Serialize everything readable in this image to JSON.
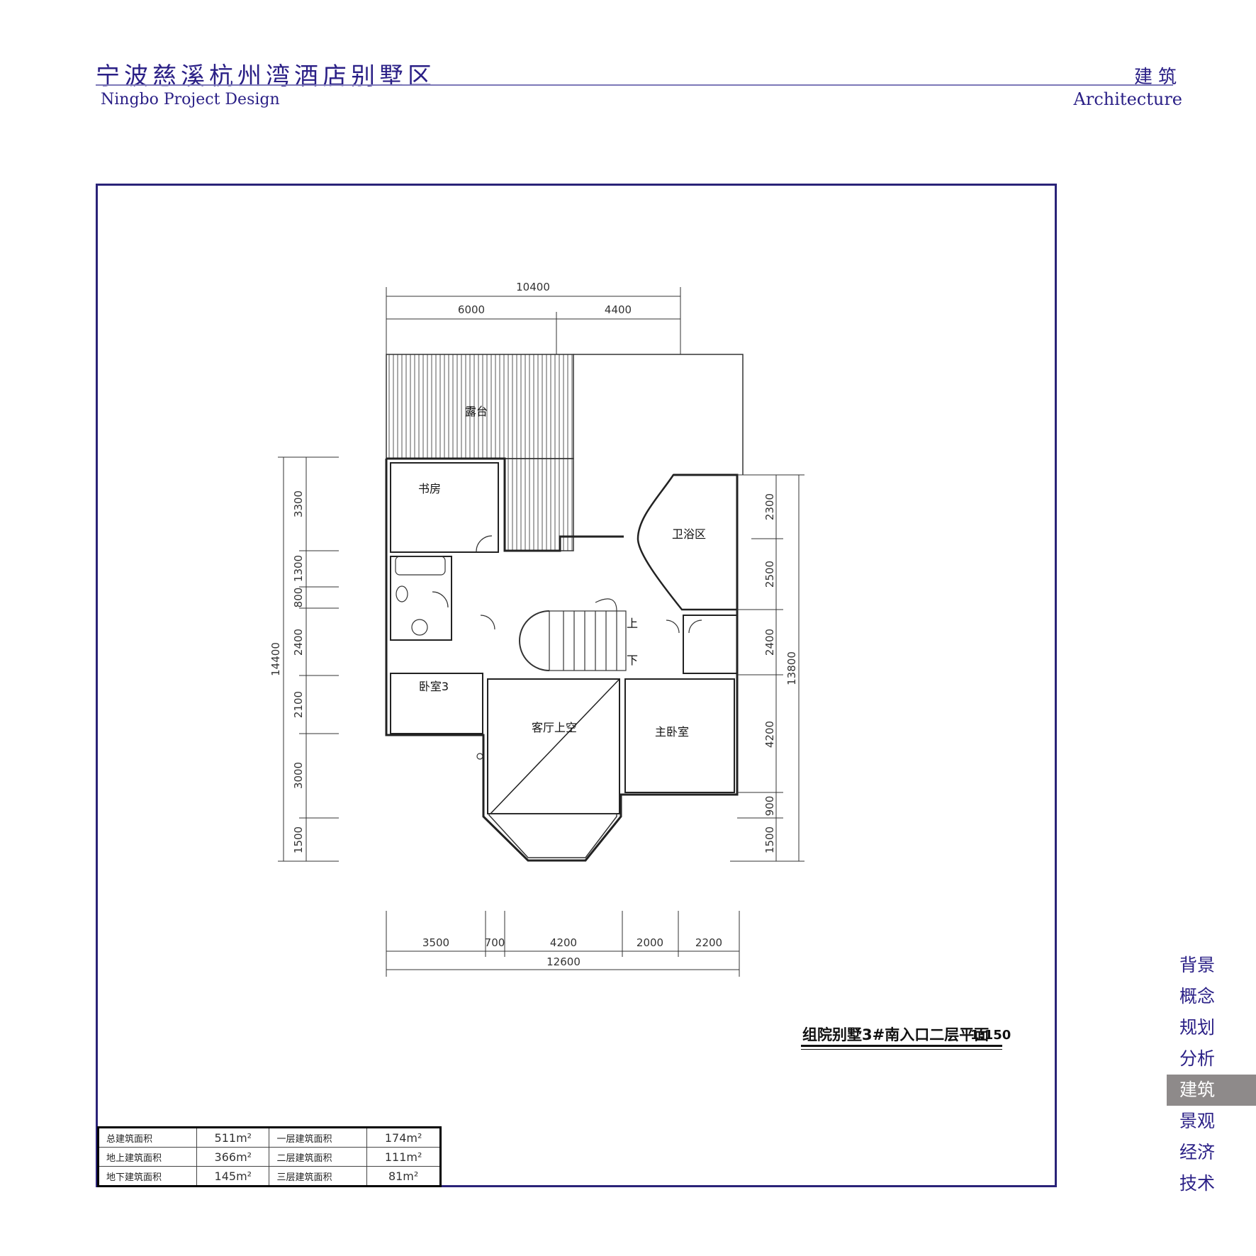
{
  "header": {
    "title": "宁波慈溪杭州湾酒店别墅区",
    "subtitle": "Ningbo Project Design",
    "section": "建筑",
    "section_en": "Architecture"
  },
  "nav": {
    "items": [
      "背景",
      "概念",
      "规划",
      "分析",
      "建筑",
      "景观",
      "经济",
      "技术"
    ],
    "active_index": 4
  },
  "plan": {
    "rooms": {
      "terrace": "露台",
      "study": "书房",
      "bath": "卫浴区",
      "up": "上",
      "down": "下",
      "bedroom3": "卧室3",
      "living_void": "客厅上空",
      "master": "主卧室"
    },
    "dims_top": {
      "total": "10400",
      "a": "6000",
      "b": "4400"
    },
    "dims_bottom": {
      "total": "12600",
      "segments": [
        "3500",
        "700",
        "4200",
        "2000",
        "2200"
      ]
    },
    "dims_left": {
      "total": "14400",
      "segments": [
        "3300",
        "1300",
        "800",
        "2400",
        "2100",
        "3000",
        "1500"
      ]
    },
    "dims_right": {
      "total": "13800",
      "segments": [
        "2300",
        "2500",
        "2400",
        "4200",
        "900",
        "1500"
      ]
    },
    "title": "组院别墅3#南入口二层平面",
    "scale": "1:150"
  },
  "areas": {
    "rows": [
      {
        "l1": "总建筑面积",
        "v1": "511m²",
        "l2": "一层建筑面积",
        "v2": "174m²"
      },
      {
        "l1": "地上建筑面积",
        "v1": "366m²",
        "l2": "二层建筑面积",
        "v2": "111m²"
      },
      {
        "l1": "地下建筑面积",
        "v1": "145m²",
        "l2": "三层建筑面积",
        "v2": "81m²"
      }
    ]
  },
  "colors": {
    "accent": "#2a1f86",
    "frame": "#2a2378",
    "nav_active_bg": "#8e8a8a"
  }
}
